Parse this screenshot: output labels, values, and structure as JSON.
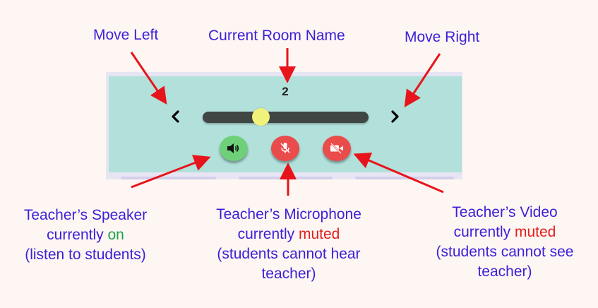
{
  "annotations": {
    "move_left": "Move Left",
    "current_room_name": "Current Room Name",
    "move_right": "Move Right",
    "speaker": {
      "line1": "Teacher’s Speaker",
      "line2_prefix": "currently ",
      "line2_state": "on",
      "line3": "(listen to students)"
    },
    "microphone": {
      "line1": "Teacher’s Microphone",
      "line2_prefix": "currently ",
      "line2_state": "muted",
      "line3": "(students cannot hear",
      "line4": "teacher)"
    },
    "video": {
      "line1": "Teacher’s Video",
      "line2_prefix": "currently ",
      "line2_state": "muted",
      "line3": "(students cannot see",
      "line4": "teacher)"
    }
  },
  "panel": {
    "room_name": "2",
    "slider_fraction": 0.35
  },
  "colors": {
    "annotation_text": "#3d1fd6",
    "state_on": "#1fa04a",
    "state_muted": "#e0201e",
    "arrow": "#e8141b",
    "panel_bg": "#b2e0da",
    "speaker_on": "#6fd07a",
    "muted_button": "#ea4b4b",
    "slider_thumb": "#f0f27a"
  },
  "icons": {
    "left": "chevron-left-icon",
    "right": "chevron-right-icon",
    "speaker": "speaker-on-icon",
    "mic": "microphone-muted-icon",
    "video": "video-muted-icon"
  }
}
